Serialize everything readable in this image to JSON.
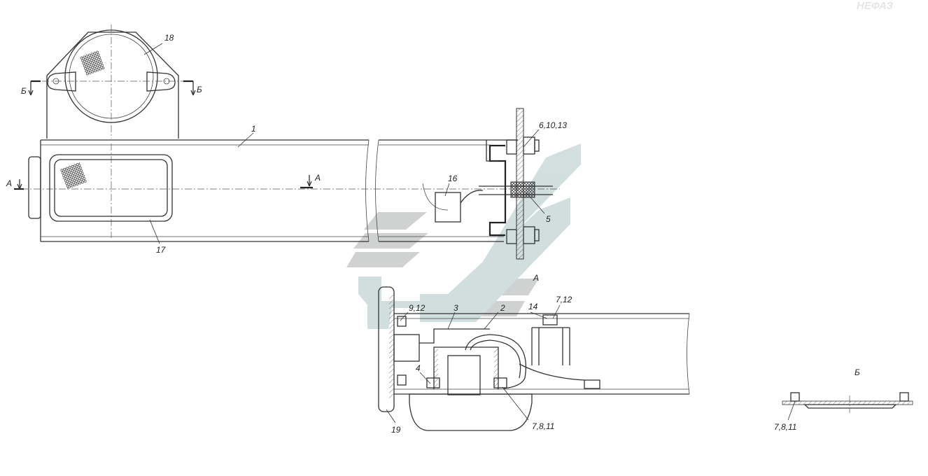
{
  "watermark": "НЕФАЗ",
  "labels": {
    "l18": "18",
    "l1": "1",
    "l6_10_13": "6,10,13",
    "l16": "16",
    "l5": "5",
    "l17": "17",
    "l9_12": "9,12",
    "l3": "3",
    "l2": "2",
    "l14": "14",
    "l7_12": "7,12",
    "l4": "4",
    "l19": "19",
    "l7_8_11": "7,8,11",
    "l7_8_11_b": "7,8,11"
  },
  "section_marks": {
    "a_left": "А",
    "a_center": "А",
    "a_view": "А",
    "b_left": "Б",
    "b_right": "Б",
    "b_view": "Б"
  },
  "colors": {
    "line": "#333333",
    "logo_gray": "#c8cbcb",
    "logo_teal": "#c9d9d9",
    "watermark": "#e2e6e6"
  }
}
